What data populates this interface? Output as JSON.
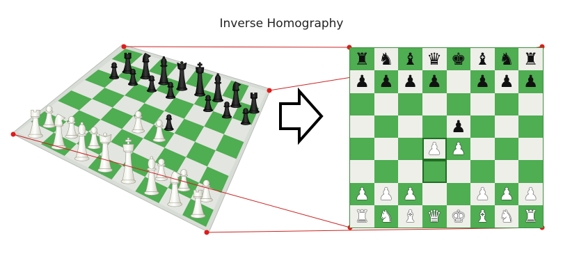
{
  "title": "Inverse Homography",
  "colors": {
    "board_light": "#efefea",
    "board_dark": "#4fad52",
    "line": "#cc2222",
    "dot": "#e01b1b",
    "arrow_stroke": "#000000",
    "arrow_fill": "#ffffff"
  },
  "board": {
    "highlighted": [
      "d3",
      "d4"
    ],
    "ranks": [
      [
        "bR",
        "bN",
        "bB",
        "bQ",
        "bK",
        "bB",
        "bN",
        "bR"
      ],
      [
        "bP",
        "bP",
        "bP",
        "bP",
        "",
        "bP",
        "bP",
        "bP"
      ],
      [
        "",
        "",
        "",
        "",
        "",
        "",
        "",
        ""
      ],
      [
        "",
        "",
        "",
        "",
        "bP",
        "",
        "",
        ""
      ],
      [
        "",
        "",
        "",
        "wP",
        "wP",
        "",
        "",
        ""
      ],
      [
        "",
        "",
        "",
        "",
        "",
        "",
        "",
        ""
      ],
      [
        "wP",
        "wP",
        "wP",
        "",
        "",
        "wP",
        "wP",
        "wP"
      ],
      [
        "wR",
        "wN",
        "wB",
        "wQ",
        "wK",
        "wB",
        "wN",
        "wR"
      ]
    ]
  },
  "photo_pieces": {
    "black": [
      "rook",
      "knight",
      "bishop",
      "queen",
      "king",
      "bishop",
      "knight",
      "rook",
      "pawn",
      "pawn",
      "pawn",
      "pawn",
      "pawn",
      "pawn",
      "pawn",
      "pawn"
    ],
    "white": [
      "rook",
      "knight",
      "bishop",
      "queen",
      "king",
      "bishop",
      "knight",
      "rook",
      "pawn",
      "pawn",
      "pawn",
      "pawn",
      "pawn",
      "pawn",
      "pawn",
      "pawn"
    ]
  }
}
